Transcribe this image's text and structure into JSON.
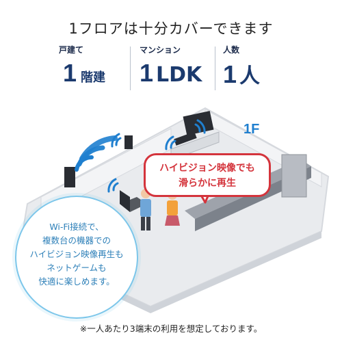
{
  "headline": "1フロアは十分カバーできます",
  "stats": [
    {
      "label": "戸建て",
      "number": "1",
      "unit": "階建"
    },
    {
      "label": "マンション",
      "number": "1",
      "unit": "LDK"
    },
    {
      "label": "人数",
      "number": "1",
      "unit": "人"
    }
  ],
  "floor_label": "1F",
  "bubble": {
    "line1": "ハイビジョン映像でも",
    "line2": "滑らかに再生"
  },
  "callout": {
    "lines": [
      "Wi-Fi接続で、",
      "複数台の機器での",
      "ハイビジョン映像再生も",
      "ネットゲームも",
      "快適に楽しめます。"
    ]
  },
  "footnote": "※一人あたり3端末の利用を想定しております。",
  "colors": {
    "navy": "#1b3a6e",
    "wifi_blue": "#1f7fcf",
    "callout_border": "#7cc6ea",
    "bubble_red": "#d4343c"
  }
}
